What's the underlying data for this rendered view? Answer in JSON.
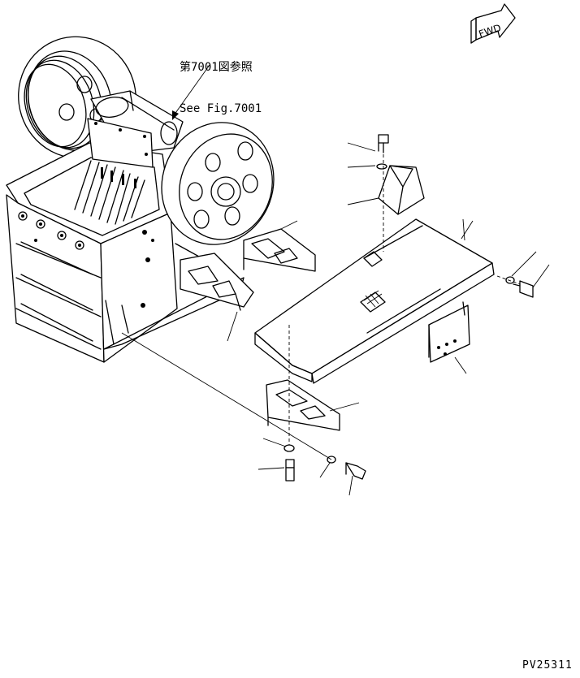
{
  "reference_note": {
    "line1": "第7001図参照",
    "line2": "See Fig.7001"
  },
  "direction_badge": {
    "text": "FWD",
    "icon": "forward-arrow-icon"
  },
  "drawing_code": "PV25311"
}
